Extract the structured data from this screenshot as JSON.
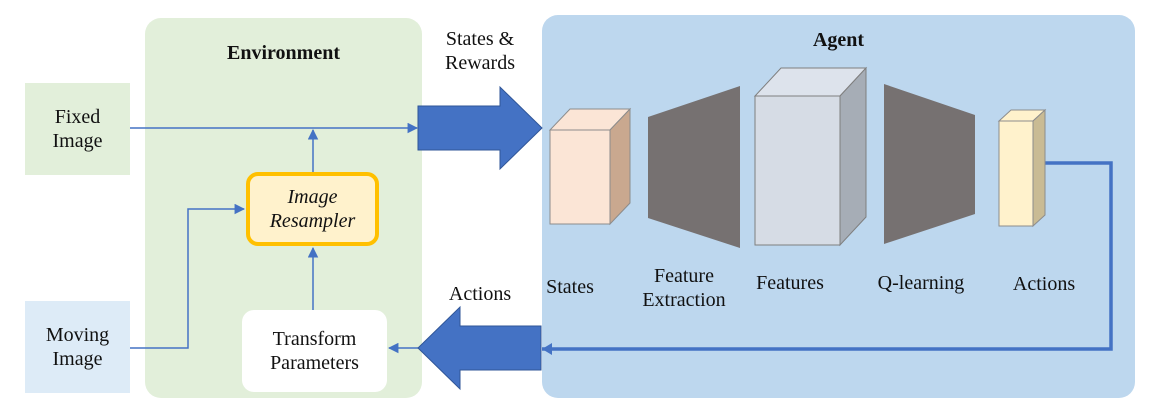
{
  "environment": {
    "title": "Environment"
  },
  "agent": {
    "title": "Agent"
  },
  "inputs": {
    "fixed_image": "Fixed Image",
    "moving_image": "Moving Image"
  },
  "blocks": {
    "image_resampler": "Image Resampler",
    "transform_parameters": "Transform Parameters"
  },
  "flows": {
    "states_rewards": "States & Rewards",
    "actions": "Actions"
  },
  "agent_stages": {
    "states": "States",
    "feature_extraction": "Feature Extraction",
    "features": "Features",
    "q_learning": "Q-learning",
    "actions": "Actions"
  },
  "colors": {
    "environment_bg": "#e2efda",
    "agent_bg": "#bdd7ee",
    "resampler_border": "#ffc000",
    "arrow_blue": "#4472c4",
    "trapezoid_gray": "#767171"
  }
}
